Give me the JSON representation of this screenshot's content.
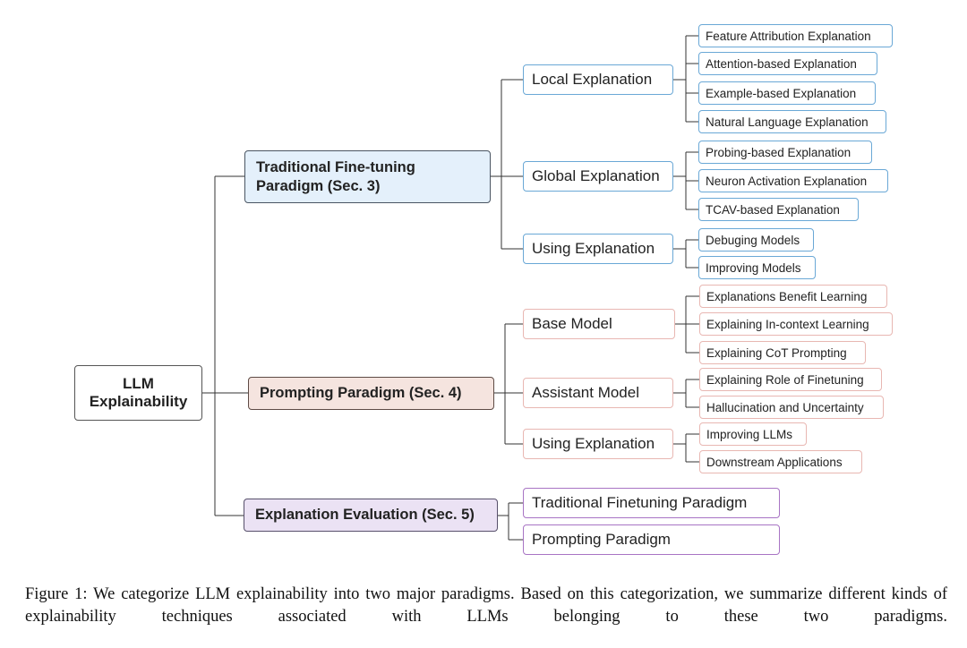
{
  "root": {
    "line1": "LLM",
    "line2": "Explainability"
  },
  "paradigms": {
    "traditional": {
      "line1": "Traditional Fine-tuning",
      "line2": "Paradigm (Sec. 3)"
    },
    "prompting": {
      "label": "Prompting Paradigm (Sec. 4)"
    },
    "evaluation": {
      "label": "Explanation Evaluation (Sec. 5)"
    }
  },
  "traditional": {
    "local": {
      "label": "Local Explanation",
      "leaves": [
        "Feature Attribution Explanation",
        "Attention-based Explanation",
        "Example-based Explanation",
        "Natural Language Explanation"
      ]
    },
    "global": {
      "label": "Global Explanation",
      "leaves": [
        "Probing-based Explanation",
        "Neuron Activation Explanation",
        "TCAV-based Explanation"
      ]
    },
    "using": {
      "label": "Using Explanation",
      "leaves": [
        "Debuging Models",
        "Improving Models"
      ]
    }
  },
  "prompting": {
    "base": {
      "label": "Base Model",
      "leaves": [
        "Explanations Benefit Learning",
        "Explaining In-context Learning",
        "Explaining CoT Prompting"
      ]
    },
    "assistant": {
      "label": "Assistant Model",
      "leaves": [
        "Explaining Role of Finetuning",
        "Hallucination and Uncertainty"
      ]
    },
    "using": {
      "label": "Using Explanation",
      "leaves": [
        "Improving LLMs",
        "Downstream Applications"
      ]
    }
  },
  "evaluation": {
    "items": [
      "Traditional Finetuning Paradigm",
      "Prompting Paradigm"
    ]
  },
  "caption": "Figure 1: We categorize LLM explainability into two major paradigms. Based on this categorization, we summarize different kinds of explainability techniques associated with LLMs belonging to these two paradigms.",
  "colors": {
    "traditional_border": "#6aa8d6",
    "traditional_fill": "#e4f0fb",
    "prompting_border": "#e8b7b2",
    "prompting_fill": "#f5e4df",
    "evaluation_border": "#a874c4",
    "evaluation_fill": "#ebe2f4"
  }
}
